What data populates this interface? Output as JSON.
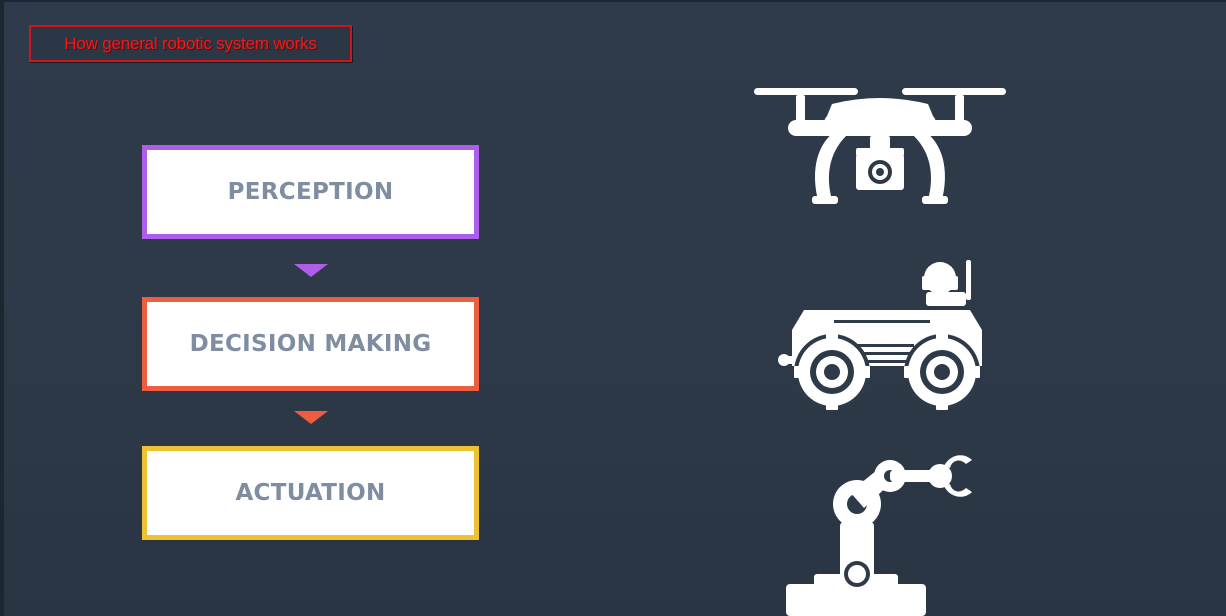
{
  "caption": {
    "text": "How general robotic system works"
  },
  "flow": {
    "steps": [
      {
        "label": "PERCEPTION",
        "color": "#ae5fe9"
      },
      {
        "label": "DECISION MAKING",
        "color": "#ee5d40"
      },
      {
        "label": "ACTUATION",
        "color": "#ecc233"
      }
    ]
  },
  "icons": {
    "robots": [
      "drone-icon",
      "rover-icon",
      "robotic-arm-icon"
    ],
    "color": "#ffffff"
  },
  "theme": {
    "background": "#2e3a48",
    "label_color": "#7f8da1",
    "caption_color": "#f41818"
  }
}
